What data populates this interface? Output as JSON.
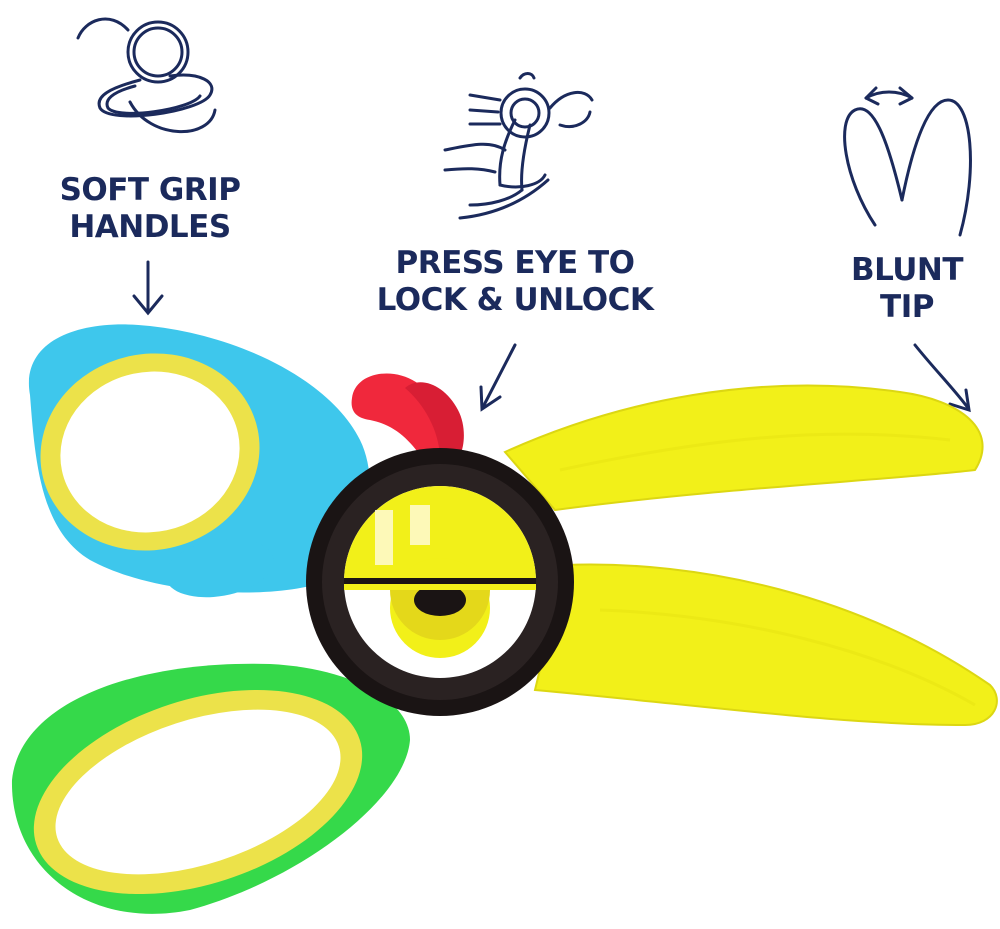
{
  "features": {
    "grip": {
      "line1": "SOFT GRIP",
      "line2": "HANDLES"
    },
    "eye": {
      "line1": "PRESS EYE TO",
      "line2": "LOCK & UNLOCK"
    },
    "blunt": {
      "line1": "BLUNT",
      "line2": "TIP"
    }
  },
  "icons": {
    "grip": "letter-g-handle-icon",
    "eye": "finger-press-icon",
    "blunt": "blunt-tip-icon"
  },
  "colors": {
    "ink": "#1b2a5c",
    "handle_top": "#3ec7ec",
    "handle_bottom": "#35d94a",
    "handle_inner": "#ece24a",
    "blade": "#f2f019",
    "comb": "#f0283c",
    "eye_ring": "#1a1414"
  }
}
